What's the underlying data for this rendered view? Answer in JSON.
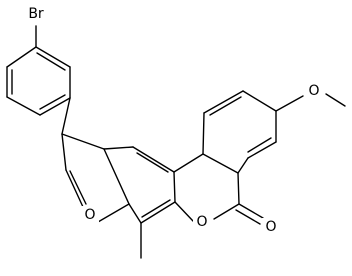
{
  "diagram": {
    "type": "chemical-structure",
    "atom_labels": {
      "bromine": "Br",
      "methoxy_oxygen": "O",
      "furan_oxygen": "O",
      "ring_oxygen": "O",
      "carbonyl_oxygen": "O"
    },
    "colors": {
      "bond": "#000000",
      "background": "#ffffff"
    }
  }
}
